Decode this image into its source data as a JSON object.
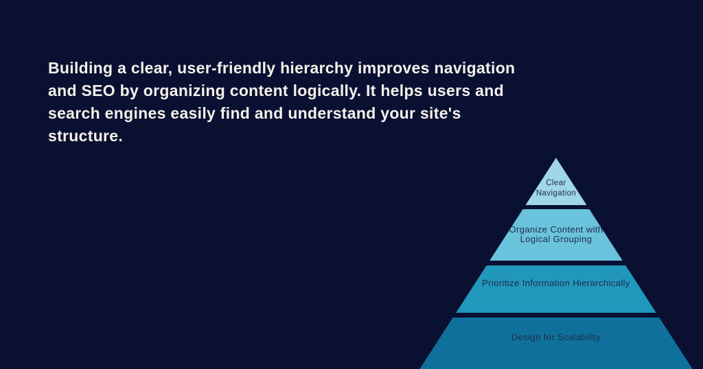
{
  "background_color": "#0a1032",
  "headline": {
    "color": "#f5f1ea",
    "full_text": "Building a clear, user-friendly hierarchy improves navigation and SEO by organizing content logically. It helps users and search engines easily find and understand your site's structure.",
    "lines": [
      "Building a clear, user-friendly hierarchy improves navigation",
      "and SEO by organizing content logically. It helps users and",
      "search engines easily find and understand your site's",
      "structure."
    ]
  },
  "pyramid": {
    "label_color": "#1e2b4d",
    "levels": [
      {
        "label": "Clear Navigation",
        "label_lines": [
          "Clear",
          "Navigation"
        ],
        "color": "#9fd6ea"
      },
      {
        "label": "Organize Content with Logical Grouping",
        "label_lines": [
          "Organize Content with",
          "Logical Grouping"
        ],
        "color": "#6ac3dc"
      },
      {
        "label": "Prioritize Information Hierarchically",
        "label_lines": [
          "Prioritize Information Hierarchically"
        ],
        "color": "#2197bb"
      },
      {
        "label": "Design for Scalability",
        "label_lines": [
          "Design for Scalability"
        ],
        "color": "#0f719b"
      }
    ]
  }
}
